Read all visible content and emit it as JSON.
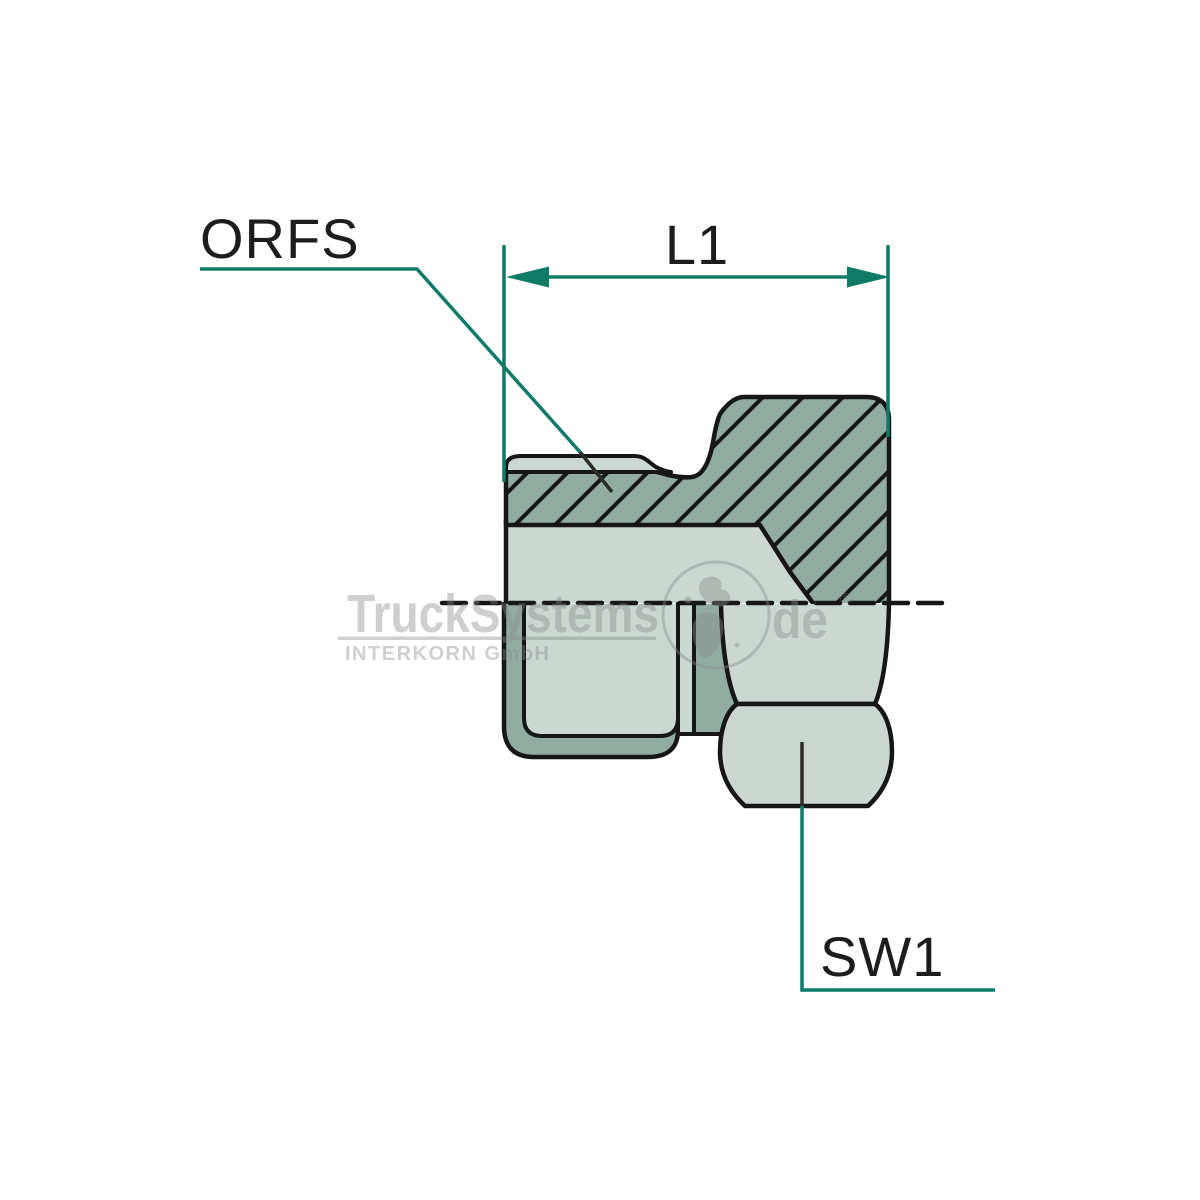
{
  "drawing": {
    "labels": {
      "thread_standard": "ORFS",
      "length_dim": "L1",
      "wrench_size_dim": "SW1"
    }
  },
  "watermark": {
    "brand": "TruckSystems",
    "domain_suffix": "de",
    "registered_mark": "®",
    "company": "INTERKORN GmbH"
  },
  "colors": {
    "dimension_line": "#0F7B66",
    "outline": "#161616",
    "metal_dark": "#91ADA2",
    "metal_light": "#CBD7D1",
    "leader_inner": "#2B2B28",
    "label_text": "#1D1D1B",
    "background": "#FFFFFF",
    "watermark": "#8A8A8A"
  }
}
